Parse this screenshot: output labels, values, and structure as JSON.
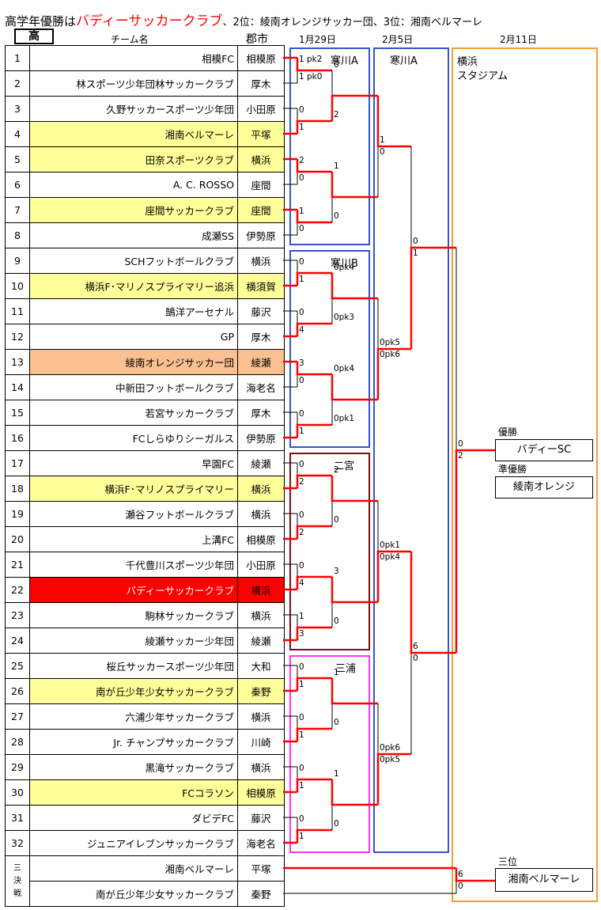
{
  "header": {
    "title_prefix": "高学年優勝は",
    "winner_name": "バディーサッカークラブ",
    "title_suffix": "、2位：綾南オレンジサッカー団、3位：湘南ベルマーレ",
    "category": "高",
    "col_team": "チーム名",
    "col_city": "郡市",
    "date1": "1月29日",
    "date2": "2月5日",
    "date3": "2月11日"
  },
  "teams": [
    {
      "no": "1",
      "name": "相模FC",
      "city": "相模原",
      "hl": ""
    },
    {
      "no": "2",
      "name": "林スポーツ少年団林サッカークラブ",
      "city": "厚木",
      "hl": ""
    },
    {
      "no": "3",
      "name": "久野サッカースポーツ少年団",
      "city": "小田原",
      "hl": ""
    },
    {
      "no": "4",
      "name": "湘南ベルマーレ",
      "city": "平塚",
      "hl": "yellow"
    },
    {
      "no": "5",
      "name": "田奈スポーツクラブ",
      "city": "横浜",
      "hl": "yellow"
    },
    {
      "no": "6",
      "name": "A. C. ROSSO",
      "city": "座間",
      "hl": ""
    },
    {
      "no": "7",
      "name": "座間サッカークラブ",
      "city": "座間",
      "hl": "yellow"
    },
    {
      "no": "8",
      "name": "成瀬SS",
      "city": "伊勢原",
      "hl": ""
    },
    {
      "no": "9",
      "name": "SCHフットボールクラブ",
      "city": "横浜",
      "hl": ""
    },
    {
      "no": "10",
      "name": "横浜F･マリノスプライマリー追浜",
      "city": "横須賀",
      "hl": "yellow"
    },
    {
      "no": "11",
      "name": "鵠洋アーセナル",
      "city": "藤沢",
      "hl": ""
    },
    {
      "no": "12",
      "name": "GP",
      "city": "厚木",
      "hl": ""
    },
    {
      "no": "13",
      "name": "綾南オレンジサッカー団",
      "city": "綾瀬",
      "hl": "orange"
    },
    {
      "no": "14",
      "name": "中新田フットボールクラブ",
      "city": "海老名",
      "hl": ""
    },
    {
      "no": "15",
      "name": "若宮サッカークラブ",
      "city": "厚木",
      "hl": ""
    },
    {
      "no": "16",
      "name": "FCしらゆりシーガルス",
      "city": "伊勢原",
      "hl": ""
    },
    {
      "no": "17",
      "name": "早園FC",
      "city": "綾瀬",
      "hl": ""
    },
    {
      "no": "18",
      "name": "横浜F･マリノスプライマリー",
      "city": "横浜",
      "hl": "yellow"
    },
    {
      "no": "19",
      "name": "瀬谷フットボールクラブ",
      "city": "横浜",
      "hl": ""
    },
    {
      "no": "20",
      "name": "上溝FC",
      "city": "相模原",
      "hl": ""
    },
    {
      "no": "21",
      "name": "千代豊川スポーツ少年団",
      "city": "小田原",
      "hl": ""
    },
    {
      "no": "22",
      "name": "バディーサッカークラブ",
      "city": "横浜",
      "hl": "red"
    },
    {
      "no": "23",
      "name": "駒林サッカークラブ",
      "city": "横浜",
      "hl": ""
    },
    {
      "no": "24",
      "name": "綾瀬サッカー少年団",
      "city": "綾瀬",
      "hl": ""
    },
    {
      "no": "25",
      "name": "桜丘サッカースポーツ少年団",
      "city": "大和",
      "hl": ""
    },
    {
      "no": "26",
      "name": "南が丘少年少女サッカークラブ",
      "city": "秦野",
      "hl": "yellow"
    },
    {
      "no": "27",
      "name": "六浦少年サッカークラブ",
      "city": "横浜",
      "hl": ""
    },
    {
      "no": "28",
      "name": "Jr. チャンプサッカークラブ",
      "city": "川崎",
      "hl": ""
    },
    {
      "no": "29",
      "name": "黒滝サッカークラブ",
      "city": "横浜",
      "hl": ""
    },
    {
      "no": "30",
      "name": "FCコラソン",
      "city": "相模原",
      "hl": "yellow"
    },
    {
      "no": "31",
      "name": "ダビデFC",
      "city": "藤沢",
      "hl": ""
    },
    {
      "no": "32",
      "name": "ジュニアイレブンサッカークラブ",
      "city": "海老名",
      "hl": ""
    }
  ],
  "third_place_match": {
    "label": "三決戦",
    "team1": {
      "name": "湘南ベルマーレ",
      "city": "平塚"
    },
    "team2": {
      "name": "南が丘少年少女サッカークラブ",
      "city": "秦野"
    },
    "score1": "6",
    "score2": "0"
  },
  "venues": {
    "samukawa_a1": "寒川A",
    "samukawa_b": "寒川B",
    "ninomiya": "二宮",
    "miura": "三浦",
    "samukawa_a2": "寒川A",
    "yokohama": "横浜\nスタジアム"
  },
  "results": {
    "winner_label": "優勝",
    "winner": "バディーSC",
    "runnerup_label": "準優勝",
    "runnerup": "綾南オレンジ",
    "third_label": "三位",
    "third": "湘南ベルマーレ"
  },
  "r1_scores": [
    [
      "1 pk2",
      "1 pk0"
    ],
    [
      "0",
      "1"
    ],
    [
      "2",
      "0"
    ],
    [
      "1",
      "0"
    ],
    [
      "0",
      "1"
    ],
    [
      "0",
      "4"
    ],
    [
      "3",
      "0"
    ],
    [
      "0",
      "1"
    ],
    [
      "0",
      "2"
    ],
    [
      "0",
      "2"
    ],
    [
      "0",
      "4"
    ],
    [
      "1",
      "3"
    ],
    [
      "0",
      "1"
    ],
    [
      "0",
      "1"
    ],
    [
      "0",
      "1"
    ],
    [
      "0",
      "1"
    ]
  ],
  "r2_scores": [
    [
      "0",
      "2"
    ],
    [
      "1",
      "0"
    ],
    [
      "0pk4",
      "0pk3"
    ],
    [
      "0pk4",
      "0pk1"
    ],
    [
      "2",
      "0"
    ],
    [
      "3",
      "0"
    ],
    [
      "1",
      "0"
    ],
    [
      "1",
      "0"
    ]
  ],
  "r3_scores": [
    [
      "1",
      "0"
    ],
    [
      "0pk5",
      "0pk6"
    ],
    [
      "0pk1",
      "0pk4"
    ],
    [
      "0pk6",
      "0pk5"
    ]
  ],
  "r4_scores": [
    [
      "0",
      "1"
    ],
    [
      "6",
      "0"
    ]
  ],
  "final_scores": [
    "0",
    "2"
  ],
  "colors": {
    "win": "#ff0000",
    "blue": "#3355cc",
    "brown": "#7b1010",
    "magenta": "#ff33ff",
    "orange": "#f0a030"
  }
}
